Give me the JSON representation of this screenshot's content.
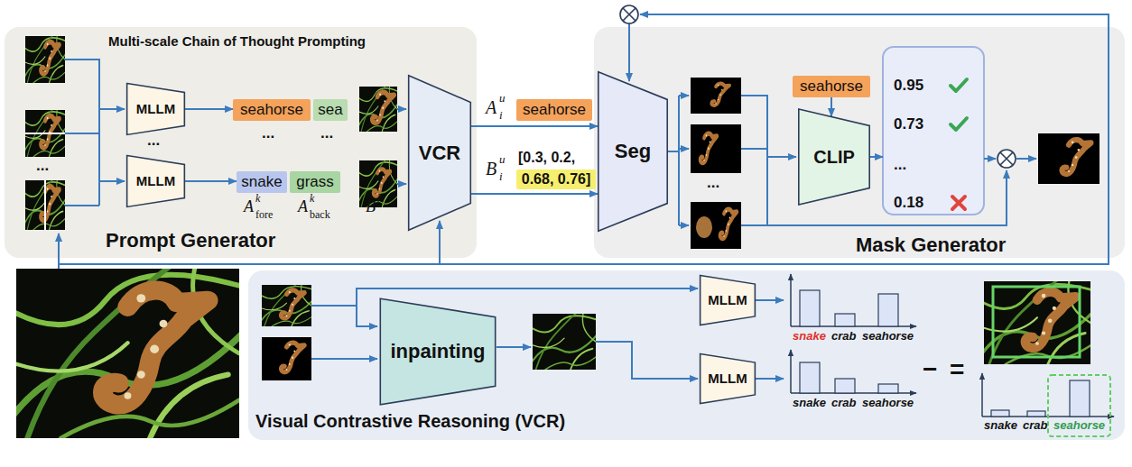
{
  "diagram": {
    "nodes": [
      {
        "text": [
          "Multi-scale Chain of Thought Prompting",
          "Prompt Generator"
        ]
      },
      {
        "text": [
          "MLLM"
        ],
        "in": 0
      },
      {
        "text": [
          "seahorse"
        ],
        "in": 0
      },
      {
        "text": [
          "sea"
        ],
        "in": 0
      },
      {
        "text": [
          "MLLM"
        ],
        "in": 0
      },
      {
        "text": [
          "snake"
        ],
        "in": 0
      },
      {
        "text": [
          "grass"
        ],
        "in": 0
      },
      {
        "text": [
          "VCR"
        ]
      },
      {
        "text": [
          "seahorse"
        ]
      },
      {
        "text": [
          "0.68, 0.76]"
        ]
      },
      {
        "text": [
          "Mask Generator"
        ]
      },
      {
        "text": [
          "Seg"
        ],
        "in": 10
      },
      {
        "text": [
          "seahorse"
        ],
        "in": 10
      },
      {
        "text": [
          "CLIP"
        ],
        "in": 10
      },
      {
        "text": [
          "0.95",
          "0.73",
          "...",
          "0.18"
        ],
        "in": 10
      },
      {
        "text": [
          "Visual Contrastive Reasoning (VCR)"
        ]
      },
      {
        "text": [
          "inpainting"
        ],
        "in": 15
      },
      {
        "text": [
          "MLLM"
        ],
        "in": 15
      },
      {
        "text": [
          "MLLM"
        ],
        "in": 15
      }
    ],
    "edges": [
      {
        "from": 1,
        "to": 2,
        "arrow": "to"
      },
      {
        "from": 4,
        "to": 5,
        "arrow": "to"
      },
      {
        "from": 7,
        "to": 11,
        "arrow": "to"
      },
      {
        "from": 7,
        "to": 11,
        "arrow": "to"
      },
      {
        "from": 12,
        "to": 13,
        "arrow": "to"
      },
      {
        "from": 13,
        "to": 14,
        "arrow": "to"
      }
    ],
    "labels": [
      "...",
      "...",
      "...",
      "...",
      "A",
      "k",
      "fore",
      "A",
      "k",
      "back",
      "B",
      "k",
      "A",
      "u",
      "i",
      "B",
      "u",
      "i",
      "[0.3, 0.2,",
      "...",
      "snake",
      "crab",
      "seahorse",
      "snake",
      "crab",
      "seahorse",
      "−",
      "=",
      "snake",
      "crab",
      "seahorse"
    ]
  }
}
